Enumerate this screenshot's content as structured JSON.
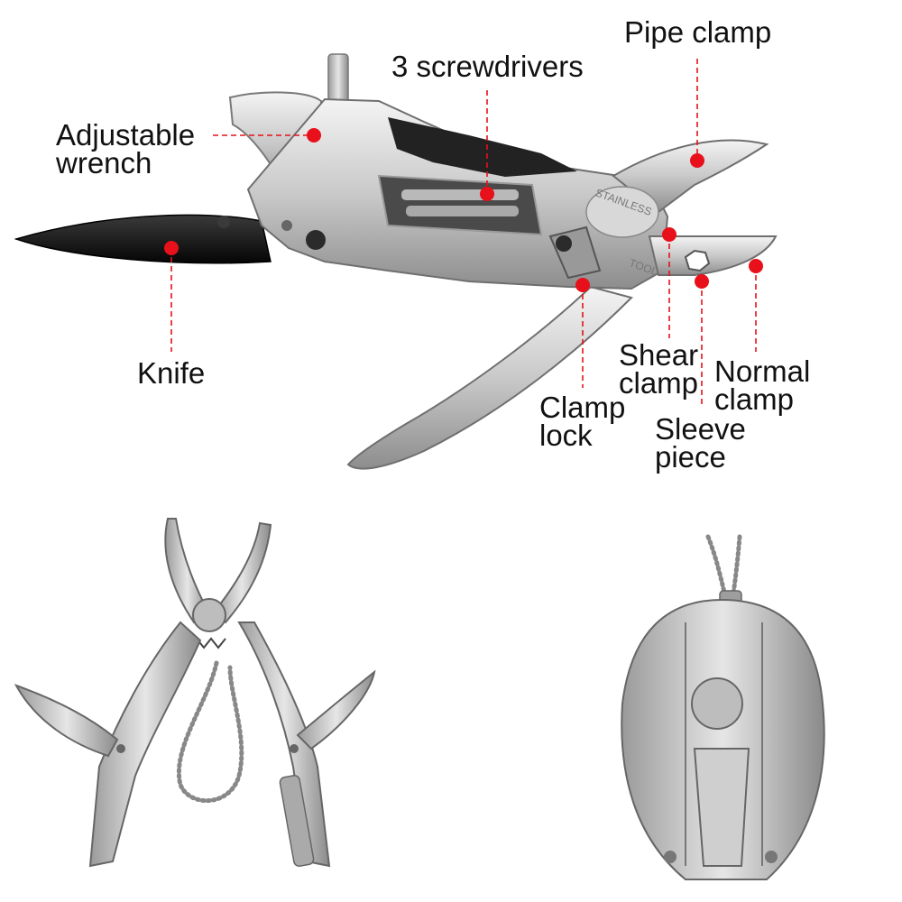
{
  "accent_color": "#e8101a",
  "leader_style": "dashed red",
  "labels": {
    "adjustable_wrench": {
      "line1": "Adjustable",
      "line2": "wrench"
    },
    "screwdrivers": {
      "line1": "3 screwdrivers"
    },
    "pipe_clamp": {
      "line1": "Pipe clamp"
    },
    "knife": {
      "line1": "Knife"
    },
    "shear_clamp": {
      "line1": "Shear",
      "line2": "clamp"
    },
    "normal_clamp": {
      "line1": "Normal",
      "line2": "clamp"
    },
    "clamp_lock": {
      "line1": "Clamp",
      "line2": "lock"
    },
    "sleeve_piece": {
      "line1": "Sleeve",
      "line2": "piece"
    }
  },
  "engraving": {
    "top": "STAINLESS",
    "bottom": "TOOL"
  }
}
